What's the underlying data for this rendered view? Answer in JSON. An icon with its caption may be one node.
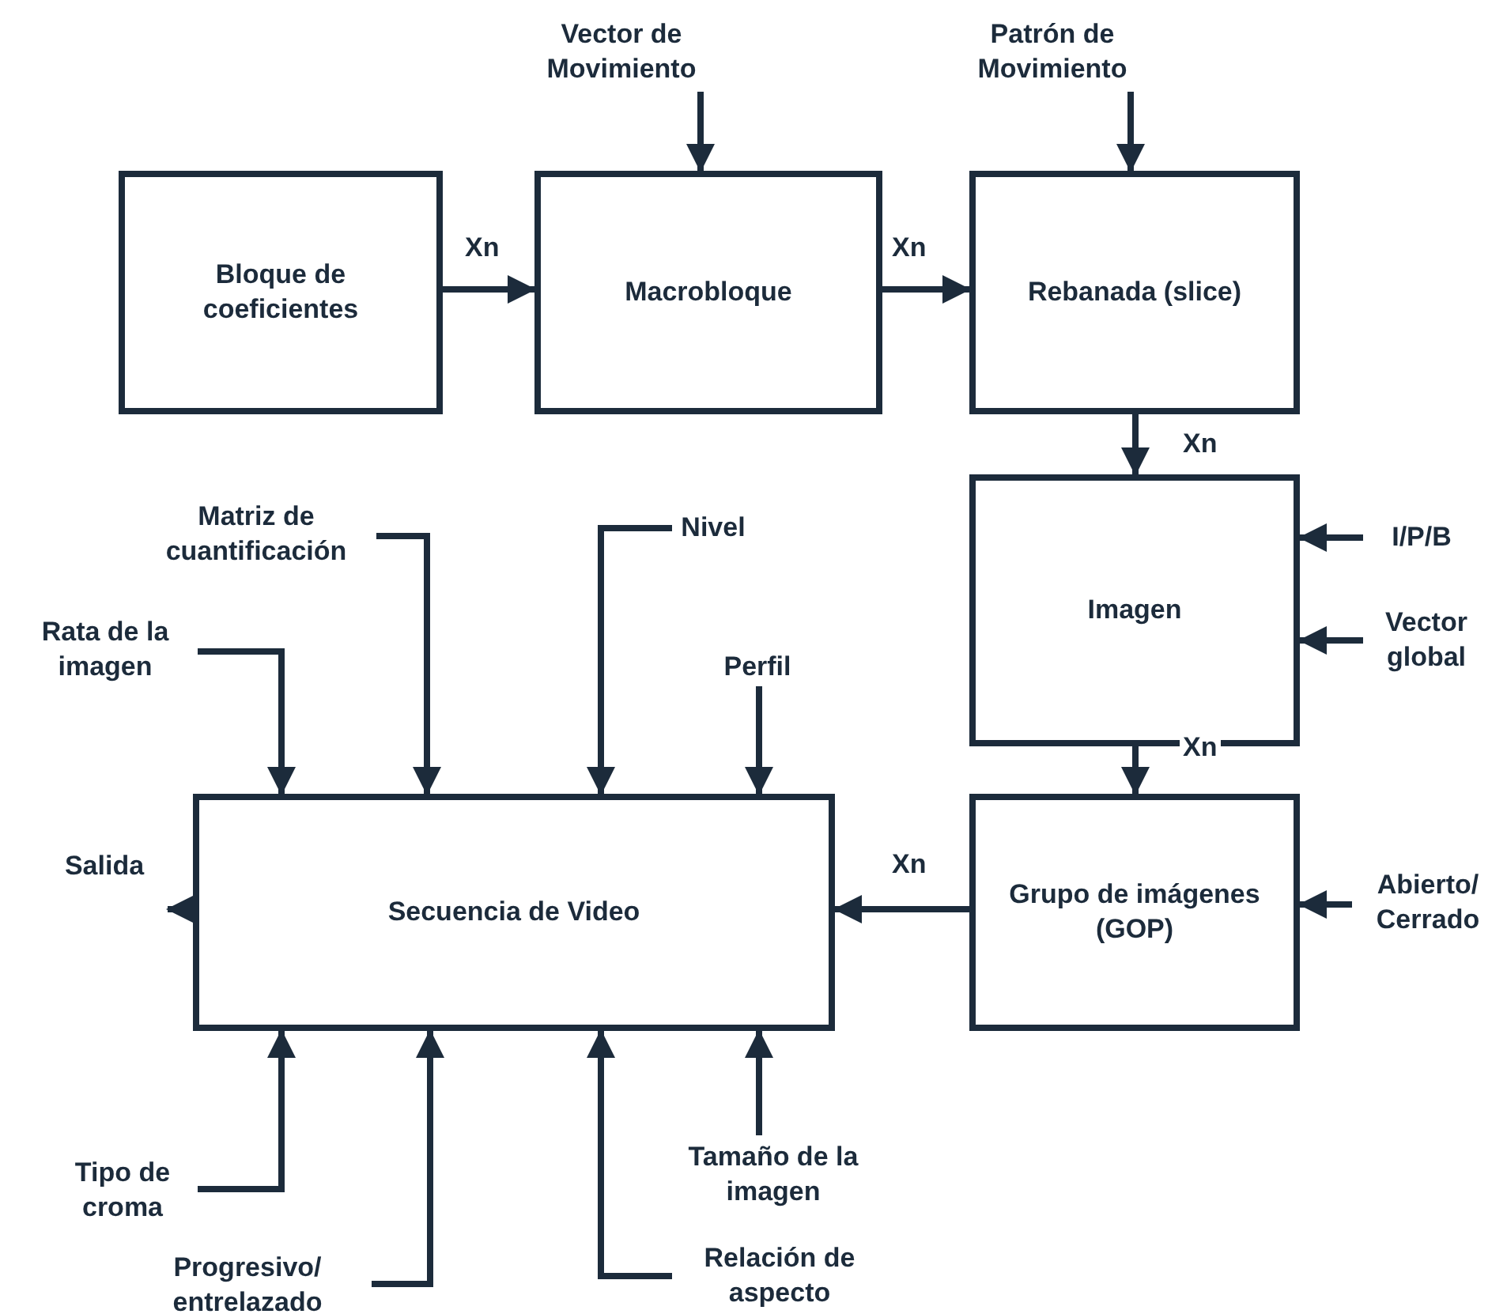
{
  "diagram": {
    "nodes": [
      {
        "text": [
          "Bloque de coeficientes"
        ]
      },
      {
        "text": [
          "Macrobloque"
        ]
      },
      {
        "text": [
          "Rebanada (slice)"
        ]
      },
      {
        "text": [
          "Imagen"
        ]
      },
      {
        "text": [
          "Grupo de imágenes (GOP)"
        ]
      },
      {
        "text": [
          "Secuencia de Video"
        ]
      },
      {
        "text": [
          "Vector de Movimiento"
        ]
      },
      {
        "text": [
          "Patrón de Movimiento"
        ]
      },
      {
        "text": [
          "I/P/B"
        ]
      },
      {
        "text": [
          "Vector global"
        ]
      },
      {
        "text": [
          "Abierto/ Cerrado"
        ]
      },
      {
        "text": [
          "Matriz de cuantificación"
        ]
      },
      {
        "text": [
          "Rata de la imagen"
        ]
      },
      {
        "text": [
          "Nivel"
        ]
      },
      {
        "text": [
          "Perfil"
        ]
      },
      {
        "text": [
          "Salida"
        ]
      },
      {
        "text": [
          "Tipo de croma"
        ]
      },
      {
        "text": [
          "Progresivo/ entrelazado"
        ]
      },
      {
        "text": [
          "Tamaño de la imagen"
        ]
      },
      {
        "text": [
          "Relación de aspecto"
        ]
      }
    ],
    "edges": [
      {
        "from": 0,
        "to": 1,
        "arrow": "to",
        "label": "Xn"
      },
      {
        "from": 1,
        "to": 2,
        "arrow": "to",
        "label": "Xn"
      },
      {
        "from": 2,
        "to": 3,
        "arrow": "to",
        "label": "Xn"
      },
      {
        "from": 3,
        "to": 4,
        "arrow": "to",
        "label": "Xn"
      },
      {
        "from": 4,
        "to": 5,
        "arrow": "to",
        "label": "Xn"
      },
      {
        "from": 5,
        "to": 15,
        "arrow": "to"
      },
      {
        "from": 6,
        "to": 1,
        "arrow": "to"
      },
      {
        "from": 7,
        "to": 2,
        "arrow": "to"
      },
      {
        "from": 8,
        "to": 3,
        "arrow": "to"
      },
      {
        "from": 9,
        "to": 3,
        "arrow": "to"
      },
      {
        "from": 10,
        "to": 4,
        "arrow": "to"
      },
      {
        "from": 11,
        "to": 5,
        "arrow": "to"
      },
      {
        "from": 12,
        "to": 5,
        "arrow": "to"
      },
      {
        "from": 13,
        "to": 5,
        "arrow": "to"
      },
      {
        "from": 14,
        "to": 5,
        "arrow": "to"
      },
      {
        "from": 16,
        "to": 5,
        "arrow": "to"
      },
      {
        "from": 17,
        "to": 5,
        "arrow": "to"
      },
      {
        "from": 18,
        "to": 5,
        "arrow": "to"
      },
      {
        "from": 19,
        "to": 5,
        "arrow": "to"
      }
    ]
  }
}
